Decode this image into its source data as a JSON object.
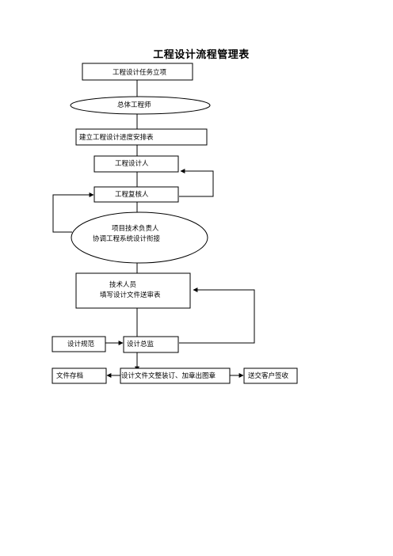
{
  "title": "工程设计流程管理表",
  "nodes": {
    "project_setup": "工程设计任务立项",
    "chief_engineer": "总体工程师",
    "schedule": "建立工程设计进度安排表",
    "designer": "工程设计人",
    "reviewer": "工程复核人",
    "tech_lead_line1": "项目技术负责人",
    "tech_lead_line2": "协调工程系统设计衔接",
    "tech_staff_line1": "技术人员",
    "tech_staff_line2": "填写设计文件送审表",
    "design_spec": "设计规范",
    "design_review": "设计总监",
    "archive": "文件存档",
    "bind_stamp": "设计文件文整装订、加章出图章",
    "client_sign": "送交客户签收"
  },
  "colors": {
    "stroke": "#000000",
    "fill": "#ffffff"
  }
}
